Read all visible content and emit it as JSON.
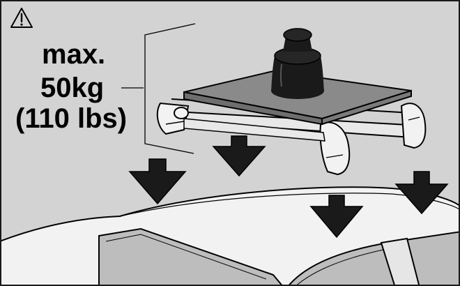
{
  "figure": {
    "load_line_1": "max.",
    "load_line_2": "50kg",
    "load_line_3": "(110 lbs)",
    "warning_icon": "warning-triangle-icon",
    "colors": {
      "background": "#d3d3d3",
      "car_body": "#f2f2f2",
      "window": "#bdbdbd",
      "load_plate": "#8a8a8a",
      "weight": "#1a1a1a",
      "arrow": "#1a1a1a",
      "outline": "#000000"
    }
  }
}
